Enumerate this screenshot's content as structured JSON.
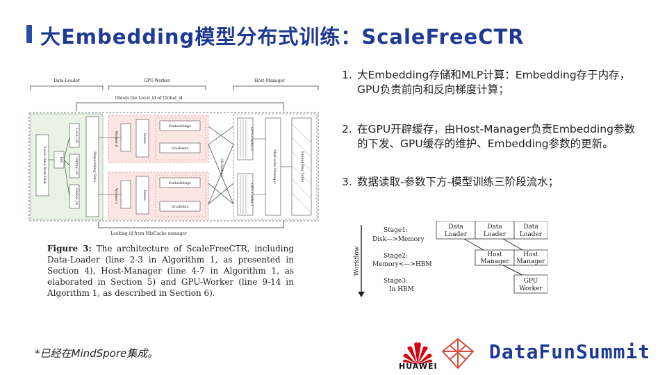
{
  "slide": {
    "title": "大Embedding模型分布式训练：ScaleFreeCTR",
    "bullets": [
      {
        "num": "1.",
        "text": "大Embedding存储和MLP计算：Embedding存于内存，GPU负责前向和反向梯度计算；"
      },
      {
        "num": "2.",
        "text": "在GPU开辟缓存，由Host-Manager负责Embedding参数的下发、GPU缓存的维护、Embedding参数的更新。"
      },
      {
        "num": "3.",
        "text": "数据读取-参数下方-模型训练三阶段流水；"
      }
    ],
    "note": "*已经在MindSpore集成。"
  },
  "figure": {
    "sections": [
      "Data-Loader",
      "GPU-Worker",
      "Host-Manager"
    ],
    "top_label": "Obtain the Local_id of Global_id",
    "bottom_label": "Looking id from MixCache manager",
    "local_data": "Local Data from Disk",
    "ids": [
      "Local_id",
      "Virtual_id",
      "Global_id"
    ],
    "key": "Key",
    "dispatch": "Dispatching Data",
    "workers": [
      "Worker 0",
      "Worker I"
    ],
    "dense": "Dense",
    "embeddings": "Embeddings",
    "gradients": "Gradients",
    "all_reduce": "All-Reduce",
    "gpu_caches": [
      "GPU-Cache-0",
      "GPU-Cache-I"
    ],
    "mixcache": "MixCache Manager",
    "emb_table": "Embedding Table",
    "caption_label": "Figure 3:",
    "caption": "The architecture of ScaleFreeCTR, including Data-Loader (line 2-3 in Algorithm 1, as presented in Section 4), Host-Manager (line 4-7 in Algorithm 1, as elaborated in Section 5) and GPU-Worker (line 9-14 in Algorithm 1, as described in Section 6)."
  },
  "workflow": {
    "axis_label": "Workflow",
    "stages": [
      {
        "name": "Stage1:",
        "desc": "Disk—>Memory"
      },
      {
        "name": "Stage2:",
        "desc": "Memory<—>HBM"
      },
      {
        "name": "Stage3:",
        "desc": "In HBM"
      }
    ],
    "data_loader": [
      "Data",
      "Loader"
    ],
    "host_manager": [
      "Host",
      "Manager"
    ],
    "gpu_worker": [
      "GPU",
      "Worker"
    ]
  },
  "logos": {
    "huawei": "HUAWEI",
    "datafun": "DataFunSummit"
  },
  "colors": {
    "title": "#1f3a93",
    "data_loader_fill": "#e8f3e6",
    "worker_fill": "#fbe6e4"
  }
}
